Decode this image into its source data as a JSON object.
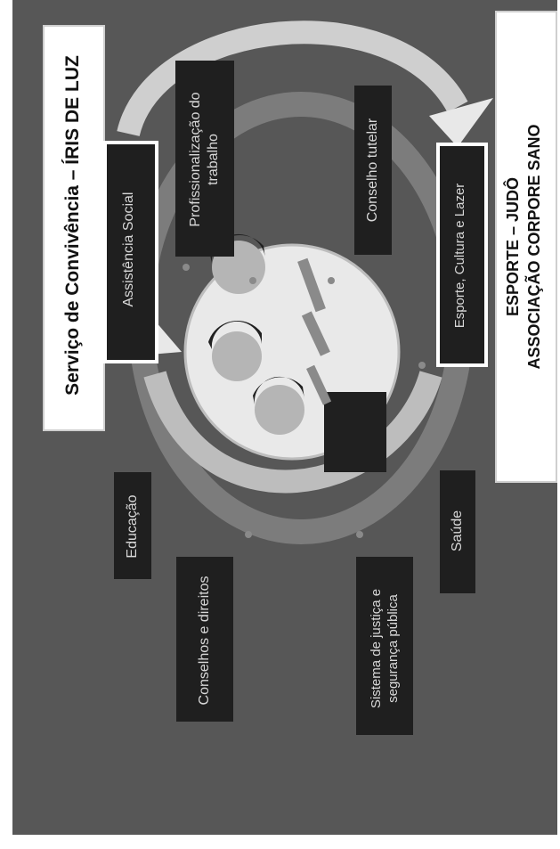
{
  "titles": {
    "left": "Serviço de Convivência – ÍRIS DE LUZ",
    "right_line1": "ESPORTE – JUDÔ",
    "right_line2": "ASSOCIAÇÃO CORPORE SANO"
  },
  "hubs": {
    "top": "Assistência Social",
    "bottom": "Esporte, Cultura e Lazer"
  },
  "nodes": {
    "professionalizacao": "Profissionalização do trabalho",
    "conselho_tutelar": "Conselho tutelar",
    "educacao": "Educação",
    "conselhos_direitos": "Conselhos e direitos",
    "saude": "Saúde",
    "sistema_justica": "Sistema de justiça e segurança pública"
  },
  "colors": {
    "panel": "#575757",
    "box": "#1f1f1f",
    "text_light": "#d8d8d8",
    "title_box": "#ffffff"
  }
}
